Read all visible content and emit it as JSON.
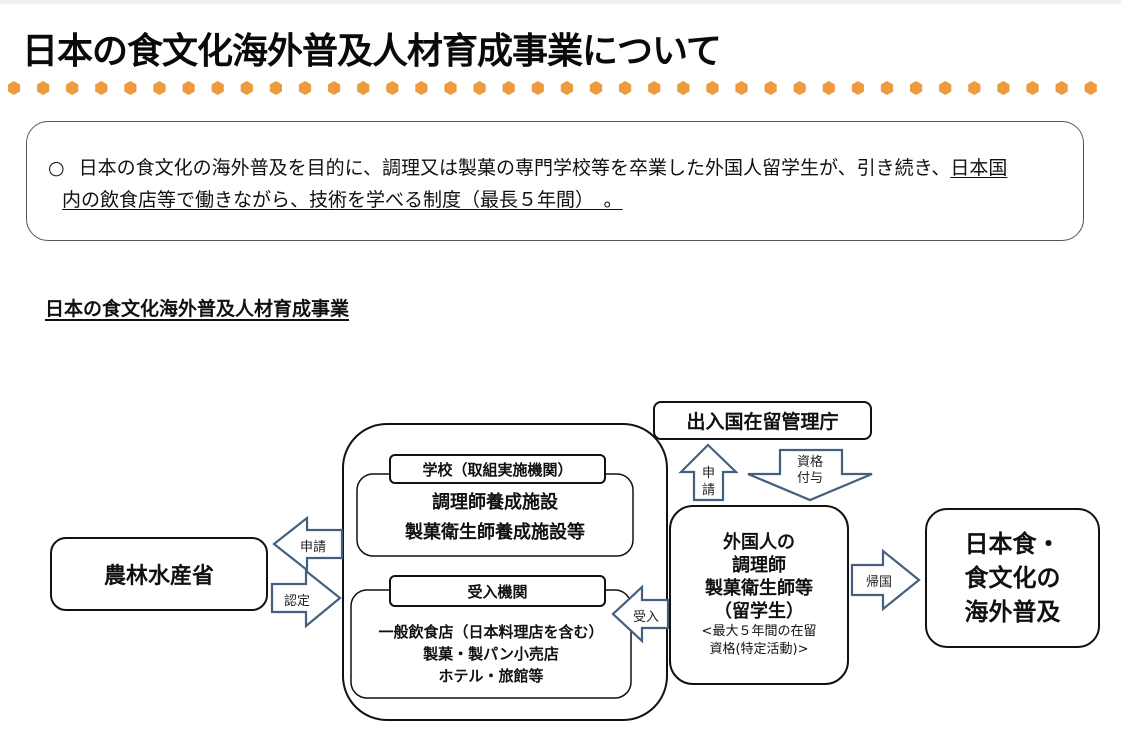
{
  "header": {
    "title": "日本の食文化海外普及人材育成事業について",
    "dot_color": "#EE9A3E",
    "dot_count": 38
  },
  "intro": {
    "bullet": "○",
    "text_plain": "日本の食文化の海外普及を目的に、調理又は製菓の専門学校等を卒業した外国人留学生が、引き続き、",
    "text_underlined_1": "日本国",
    "text_underlined_2": "内の飲食店等で働きながら、技術を学べる制度（最長５年間）　。"
  },
  "section": {
    "title": "日本の食文化海外普及人材育成事業"
  },
  "diagram": {
    "arrow_color": "#44607F",
    "ministry": {
      "label": "農林水産省"
    },
    "immigration": {
      "label": "出入国在留管理庁"
    },
    "school": {
      "tab": "学校（取組実施機関）",
      "lines": [
        "調理師養成施設",
        "製菓衛生師養成施設等"
      ]
    },
    "host": {
      "tab": "受入機関",
      "lines": [
        "一般飲食店（日本料理店を含む）",
        "製菓・製パン小売店",
        "ホテル・旅館等"
      ]
    },
    "student": {
      "lines": [
        "外国人の",
        "調理師",
        "製菓衛生師等",
        "（留学生）"
      ],
      "note_lines": [
        "<最大５年間の在留",
        "資格(特定活動)>"
      ]
    },
    "outcome": {
      "lines": [
        "日本食・",
        "食文化の",
        "海外普及"
      ]
    },
    "arrows": {
      "apply_to_ministry": "申請",
      "certify": "認定",
      "accept": "受入",
      "apply_to_immigration": [
        "申",
        "請"
      ],
      "grant_status": [
        "資格",
        "付与"
      ],
      "return_home": "帰国"
    }
  }
}
